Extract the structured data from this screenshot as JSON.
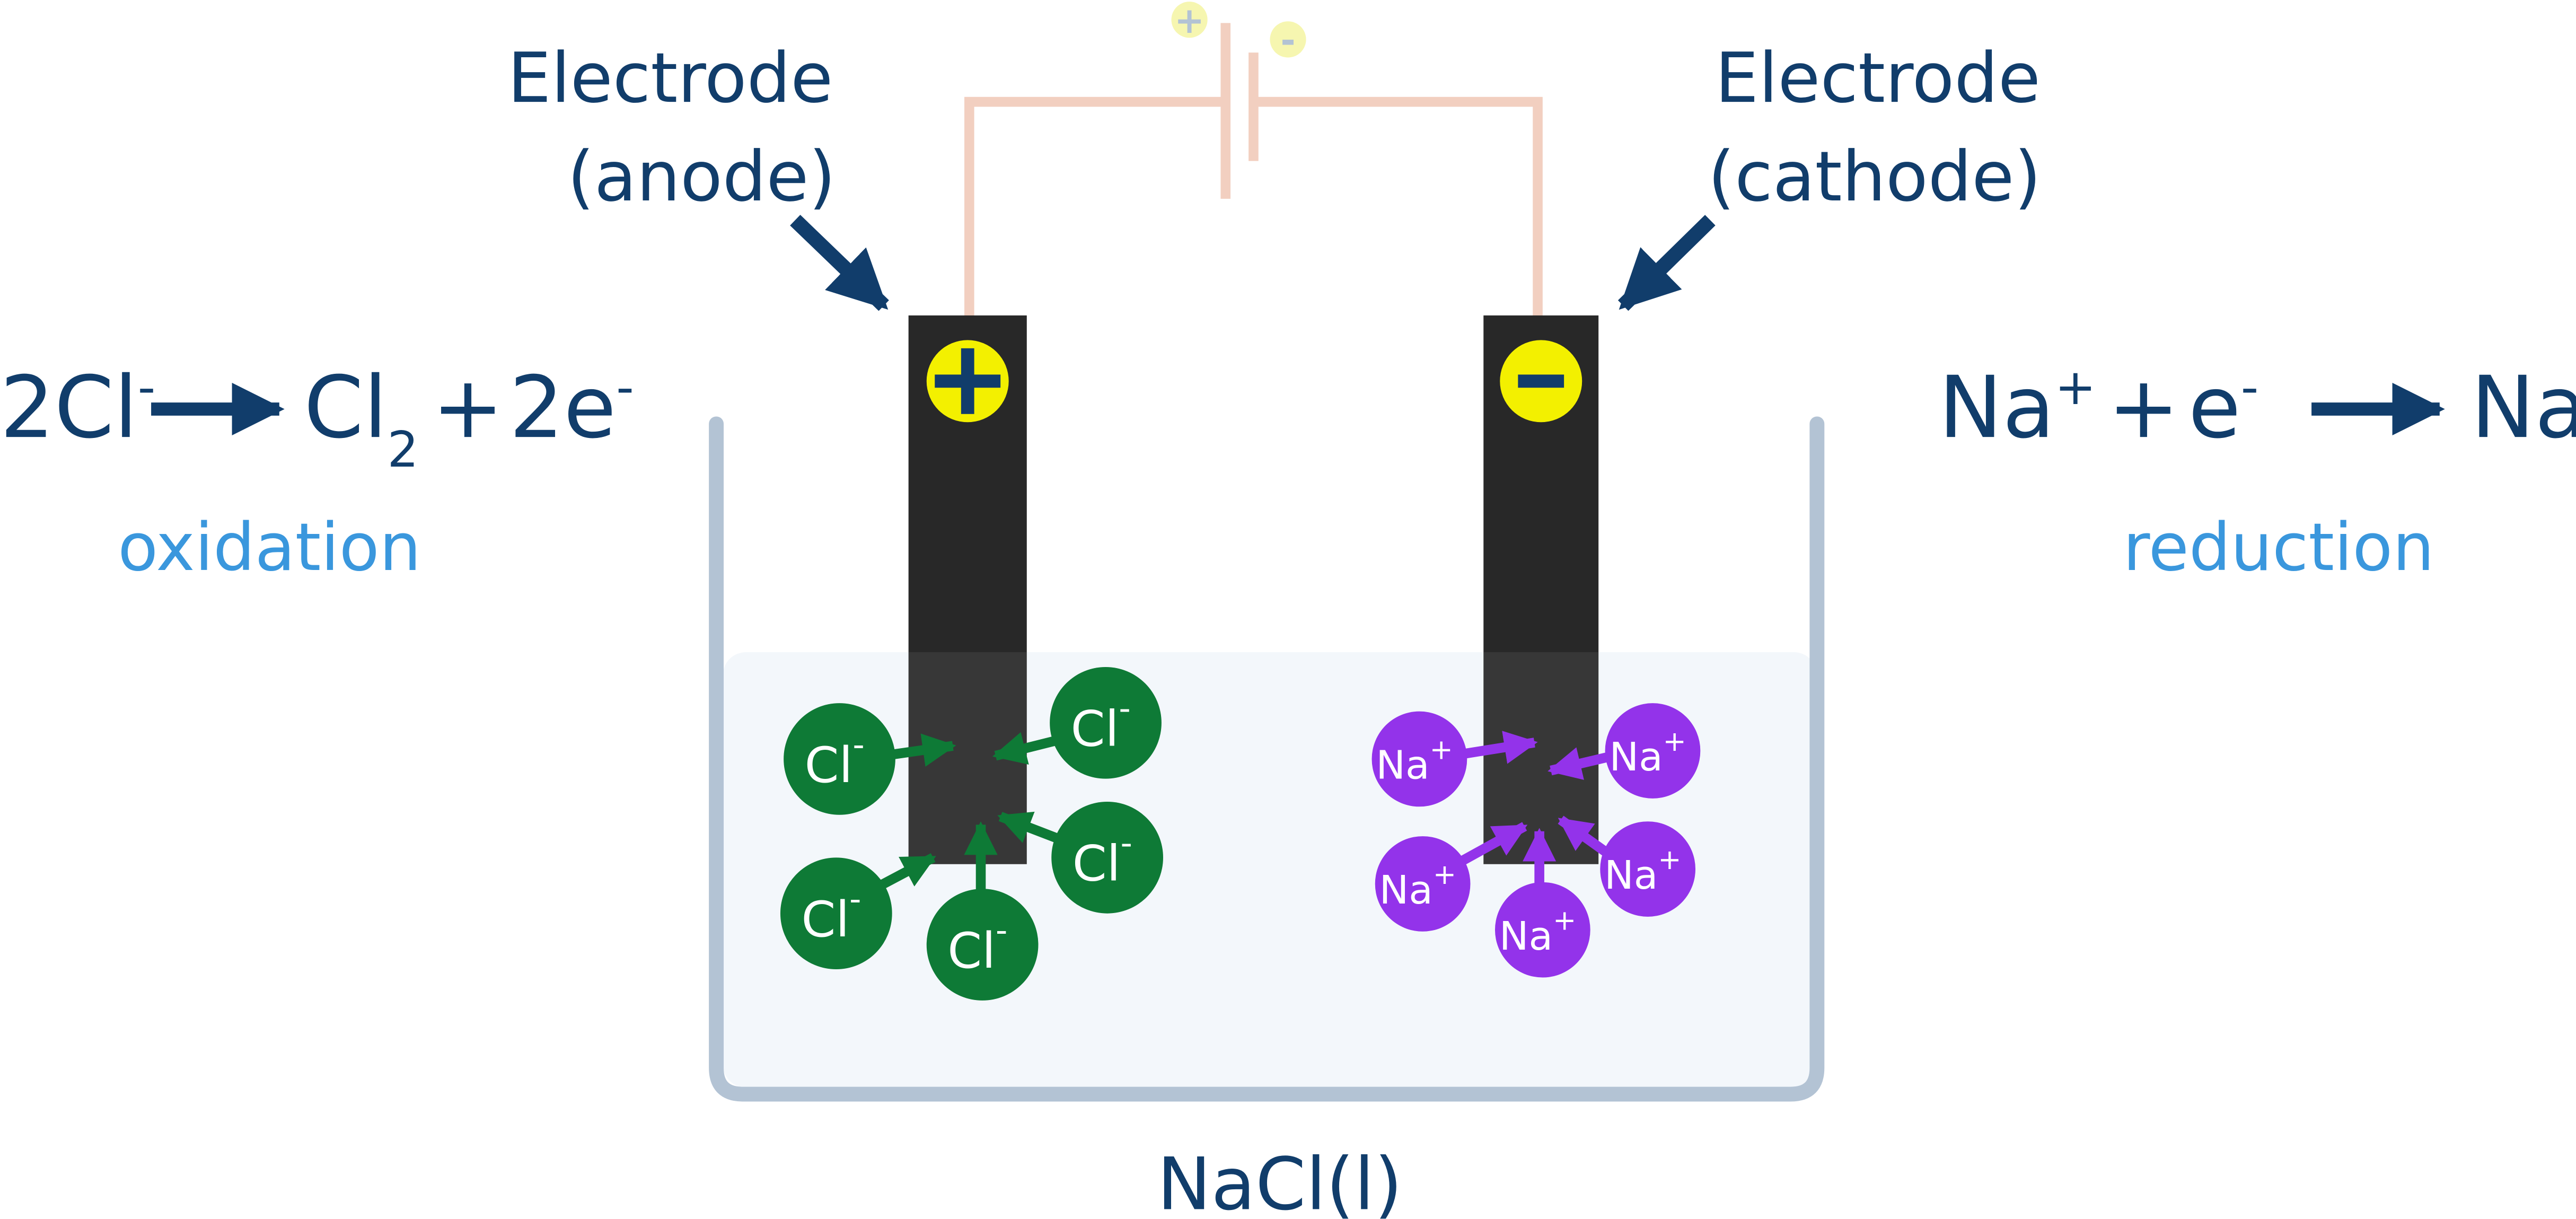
{
  "labels": {
    "anode_line1": "Electrode",
    "anode_line2": "(anode)",
    "cathode_line1": "Electrode",
    "cathode_line2": "(cathode)",
    "electrolyte": "NaCl(l)"
  },
  "battery": {
    "positive_symbol": "+",
    "negative_symbol": "-"
  },
  "electrodes": {
    "anode_sign": "+",
    "cathode_sign": "-"
  },
  "anode_reaction": {
    "reactant": "2Cl",
    "reactant_charge": "-",
    "product1": "Cl",
    "product1_subscript": "2",
    "plus": "+",
    "product2": "2e",
    "product2_charge": "-",
    "process": "oxidation"
  },
  "cathode_reaction": {
    "reactant1": "Na",
    "reactant1_charge": "+",
    "plus": "+",
    "reactant2": "e",
    "reactant2_charge": "-",
    "product": "Na",
    "process": "reduction"
  },
  "ions": {
    "chloride": {
      "symbol": "Cl",
      "charge": "-",
      "count": 5,
      "color": "#0e7a36"
    },
    "sodium": {
      "symbol": "Na",
      "charge": "+",
      "count": 5,
      "color": "#9333ea"
    }
  },
  "colors": {
    "text_primary": "#113d6b",
    "text_accent": "#3a97dd",
    "electrode": "#282828",
    "terminal": "#f3f000",
    "wire": "#f2cfc0",
    "beaker": "#b3c3d4",
    "electrolyte": "#f3f7fb"
  }
}
